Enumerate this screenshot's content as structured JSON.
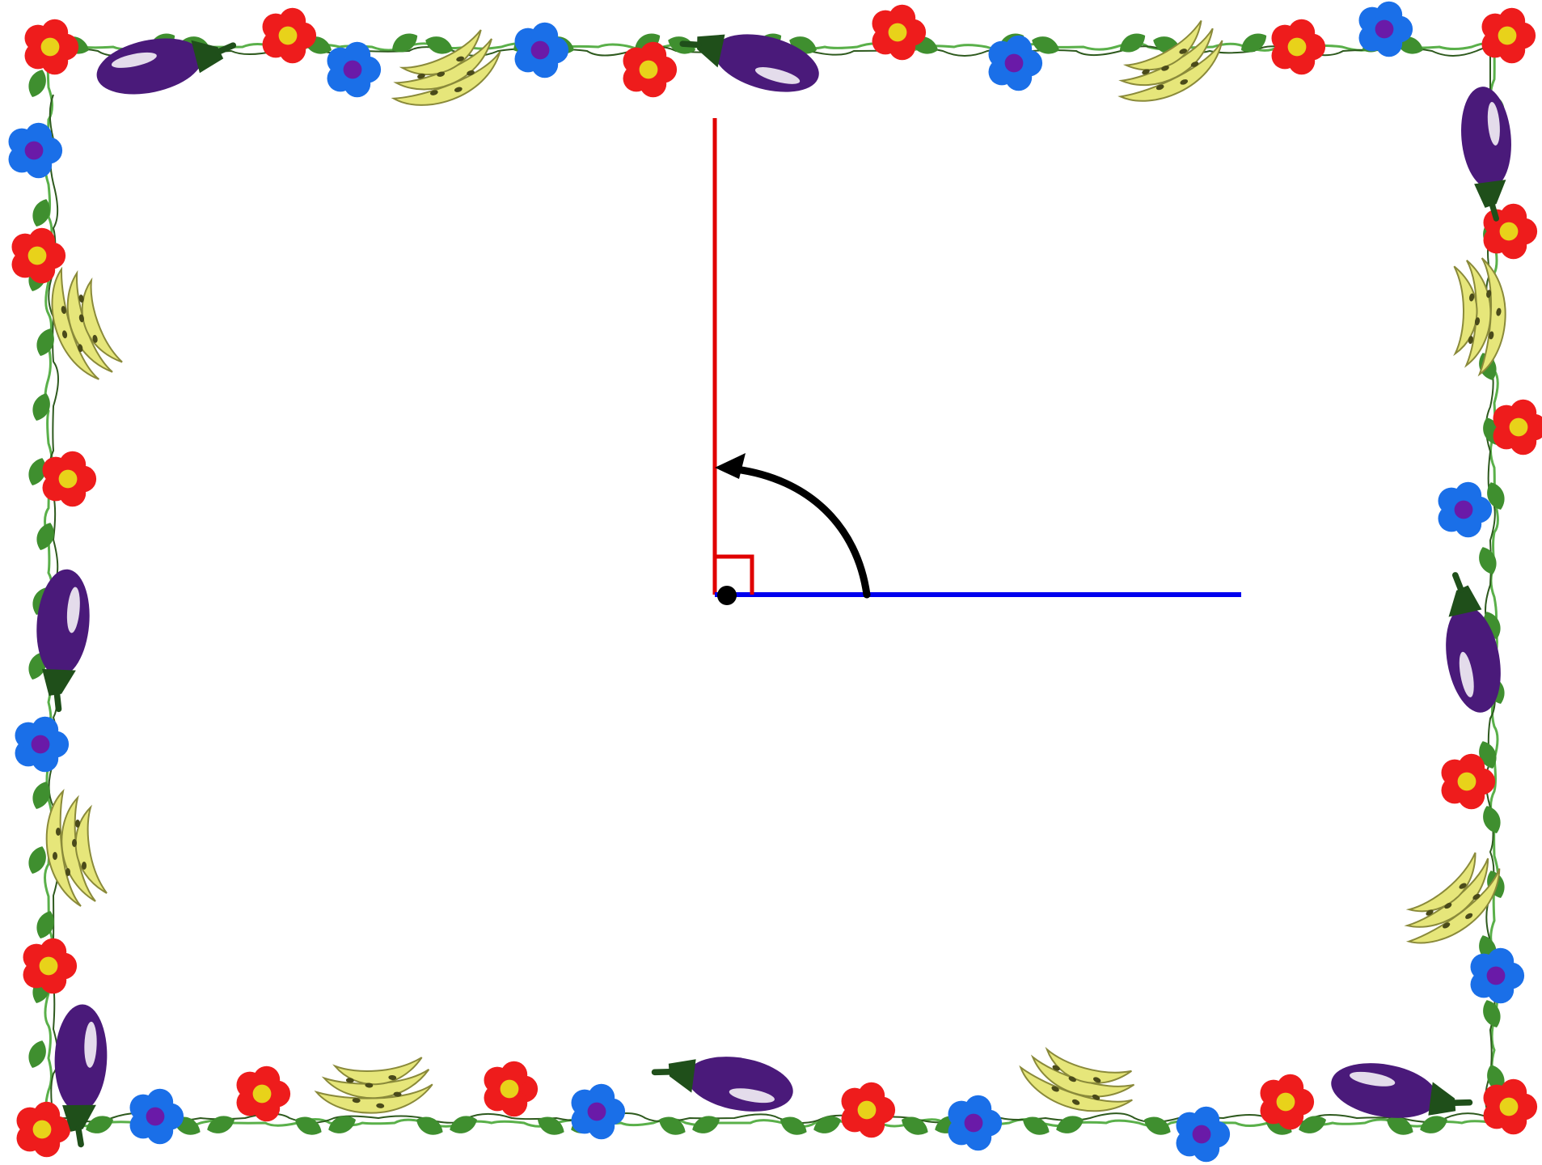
{
  "diagram": {
    "description_free": true,
    "angle_degrees": 90,
    "right_angle_marked": true,
    "rotation_direction": "counterclockwise",
    "colors": {
      "initial_ray": "#0000ee",
      "terminal_ray": "#e00000",
      "right_angle_marker": "#e00000",
      "rotation_arrow": "#000000",
      "vertex": "#000000",
      "background": "#ffffff"
    }
  },
  "frame": {
    "theme": "vegetable-and-flower-vine-border",
    "icons": [
      "red-flower-icon",
      "blue-flower-icon",
      "eggplant-icon",
      "banana-icon",
      "leaf-icon",
      "vine-icon"
    ],
    "colors": {
      "vine_light": "#5ab04a",
      "vine_dark": "#2e5a1e",
      "leaf": "#3f8f2f",
      "red_flower": "#ee1c1c",
      "blue_flower": "#1a6fe8",
      "flower_center_yellow": "#e8d21a",
      "flower_center_purple": "#6a1aa8",
      "eggplant": "#4a1a7a",
      "eggplant_cap": "#1f4f1a",
      "banana": "#e6e67a",
      "banana_spots": "#4a4a1a"
    }
  }
}
